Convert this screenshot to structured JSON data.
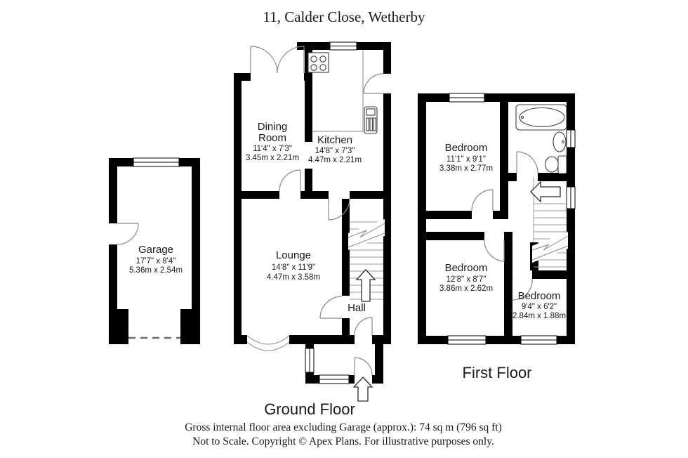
{
  "title": "11, Calder Close, Wetherby",
  "ground_floor": {
    "label": "Ground Floor",
    "rooms": {
      "dining": {
        "name_line1": "Dining",
        "name_line2": "Room",
        "dims_ft": "11'4\" x 7'3\"",
        "dims_m": "3.45m x 2.21m"
      },
      "kitchen": {
        "name": "Kitchen",
        "dims_ft": "14'8\" x 7'3\"",
        "dims_m": "4.47m x 2.21m"
      },
      "lounge": {
        "name": "Lounge",
        "dims_ft": "14'8\" x 11'9\"",
        "dims_m": "4.47m x 3.58m"
      },
      "hall": {
        "name": "Hall"
      }
    }
  },
  "first_floor": {
    "label": "First Floor",
    "rooms": {
      "bedroom1": {
        "name": "Bedroom",
        "dims_ft": "11'1\" x 9'1\"",
        "dims_m": "3.38m x 2.77m"
      },
      "bedroom2": {
        "name": "Bedroom",
        "dims_ft": "12'8\" x 8'7\"",
        "dims_m": "3.86m x 2.62m"
      },
      "bedroom3": {
        "name": "Bedroom",
        "dims_ft": "9'4\" x 6'2\"",
        "dims_m": "2.84m x 1.88m"
      }
    }
  },
  "garage": {
    "name": "Garage",
    "dims_ft": "17'7\" x 8'4\"",
    "dims_m": "5.36m x 2.54m"
  },
  "footer": {
    "area_note": "Gross internal floor area excluding Garage (approx.): 74 sq m (796 sq ft)",
    "disclaimer": "Not to Scale. Copyright © Apex Plans. For illustrative purposes only."
  },
  "colors": {
    "wall": "#000000",
    "background": "#ffffff",
    "line": "#8a8a8a"
  }
}
